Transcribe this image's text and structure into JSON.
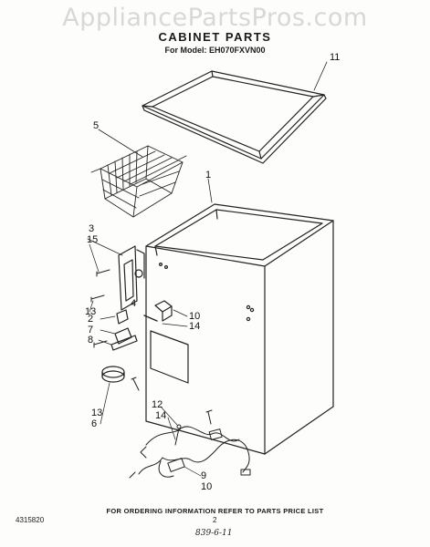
{
  "watermark": "AppliancePartsPros.com",
  "header": {
    "title": "CABINET PARTS",
    "subtitle": "For Model: EH070FXVN00"
  },
  "callouts": [
    "11",
    "5",
    "1",
    "3",
    "15",
    "4",
    "2",
    "7",
    "13",
    "8",
    "10",
    "14",
    "13",
    "6",
    "12",
    "14",
    "9",
    "10"
  ],
  "footer": {
    "ordering_note": "FOR ORDERING INFORMATION REFER TO PARTS PRICE LIST",
    "doc_number": "4315820",
    "page_number": "2",
    "handwritten_note": "839-6-11"
  }
}
